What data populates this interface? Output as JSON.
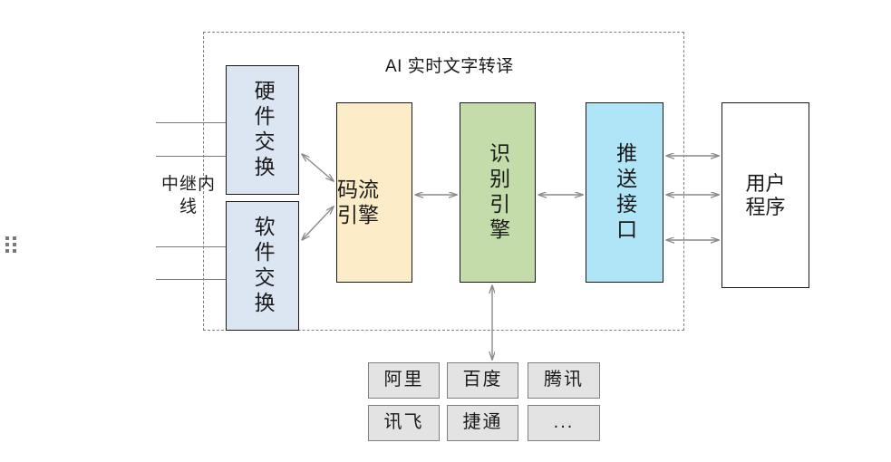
{
  "diagram": {
    "group": {
      "title": "AI 实时文字转译"
    },
    "trunk_label": "中继内线",
    "nodes": {
      "hardware_switch": "硬件交换",
      "software_switch": "软件交换",
      "stream_engine_line1": "码流",
      "stream_engine_line2": "引擎",
      "recognition_engine": "识别引擎",
      "push_interface": "推送接口",
      "user_program_line1": "用户",
      "user_program_line2": "程序"
    },
    "vendors": [
      "阿里",
      "百度",
      "腾讯",
      "讯飞",
      "捷通",
      "..."
    ],
    "colors": {
      "blue_fill": "#dce6f2",
      "orange_fill": "#fdecc8",
      "green_fill": "#c3dca9",
      "cyan_fill": "#b0e4f7",
      "gray_fill": "#e3e3e3",
      "white_fill": "#ffffff",
      "stroke": "#1a1a1a",
      "dashed_stroke": "#808080",
      "arrow_stroke": "#808080"
    }
  }
}
